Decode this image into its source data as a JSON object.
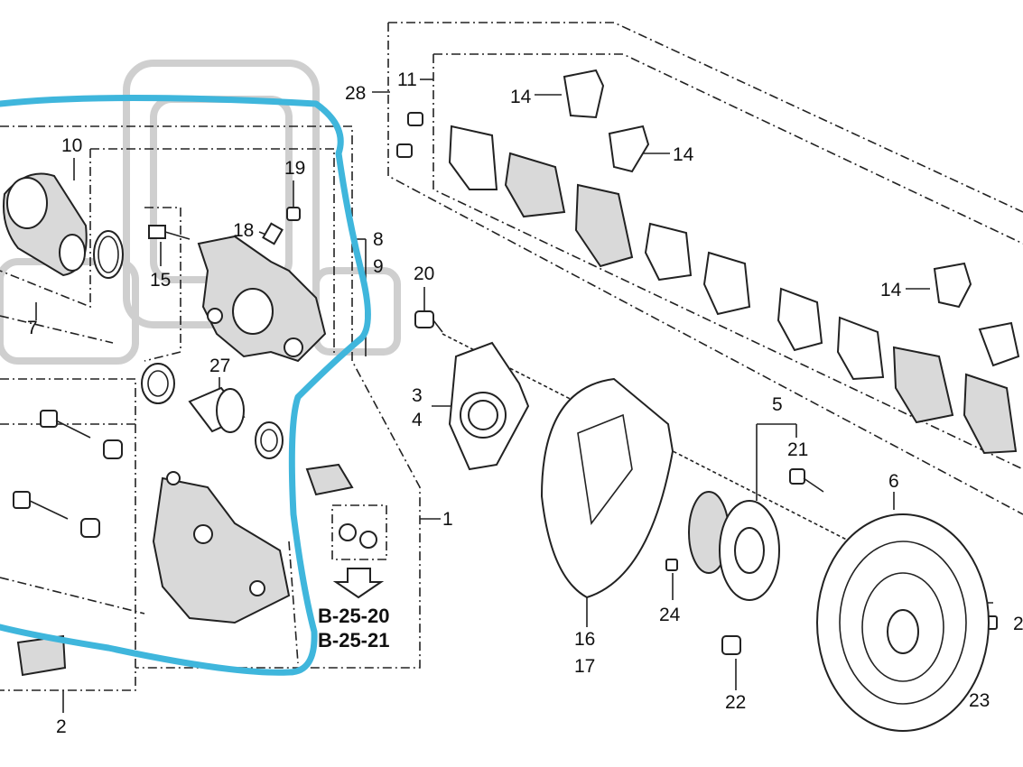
{
  "diagram": {
    "callouts": {
      "n10": "10",
      "n19": "19",
      "n18": "18",
      "n15": "15",
      "n8": "8",
      "n9": "9",
      "n7": "7",
      "n27": "27",
      "n1": "1",
      "n2": "2",
      "n28": "28",
      "n11": "11",
      "n14a": "14",
      "n14b": "14",
      "n14c": "14",
      "n20": "20",
      "n3": "3",
      "n4": "4",
      "n5": "5",
      "n21": "21",
      "n6": "6",
      "n16": "16",
      "n17": "17",
      "n24": "24",
      "n22": "22",
      "n23": "23",
      "n2cut": "2"
    },
    "refs": {
      "ref1": "B-25-20",
      "ref2": "B-25-21"
    },
    "colors": {
      "highlight": "#3fb6dc",
      "line": "#222222",
      "ghost": "#cfcfcf"
    },
    "icons": [
      "caliper-icon",
      "piston-icon",
      "seal-ring-icon",
      "bolt-icon",
      "brake-pad-icon",
      "shim-icon",
      "clip-icon",
      "splash-shield-icon",
      "hub-bearing-icon",
      "brake-disc-icon",
      "knuckle-icon",
      "arrow-down-icon",
      "grease-packet-icon"
    ]
  }
}
